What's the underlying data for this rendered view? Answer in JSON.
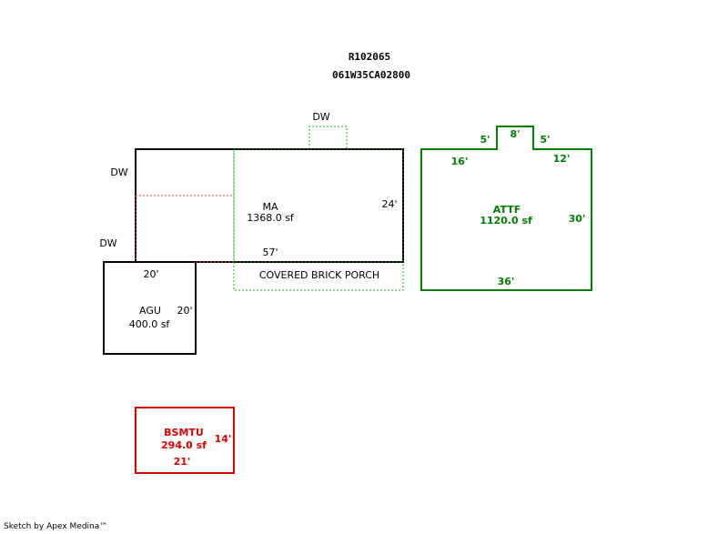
{
  "header": {
    "parcel_id": "R102065",
    "map_number": "061W35CA02800"
  },
  "areas": {
    "ma": {
      "code": "MA",
      "area": "1368.0 sf",
      "width": "57'",
      "depth": "24'",
      "dw_top": "DW",
      "dw_left_top": "DW",
      "dw_left_bottom": "DW"
    },
    "porch": {
      "label": "COVERED BRICK PORCH"
    },
    "agu": {
      "code": "AGU",
      "area": "400.0 sf",
      "width": "20'",
      "depth": "20'"
    },
    "attf": {
      "code": "ATTF",
      "area": "1120.0 sf",
      "bottom": "36'",
      "side": "30'",
      "top_left": "16'",
      "top_right": "12'",
      "notch_left": "5'",
      "notch_top": "8'",
      "notch_right": "5'"
    },
    "bsmtu": {
      "code": "BSMTU",
      "area": "294.0 sf",
      "width": "21'",
      "depth": "14'"
    }
  },
  "colors": {
    "outline": "#000000",
    "dashed_green": "#22aa22",
    "attf_green": "#008000",
    "bsmtu_red": "#dd0000",
    "dotted_red": "#ff4444"
  },
  "footer": {
    "credit": "Sketch by Apex Medina™"
  }
}
